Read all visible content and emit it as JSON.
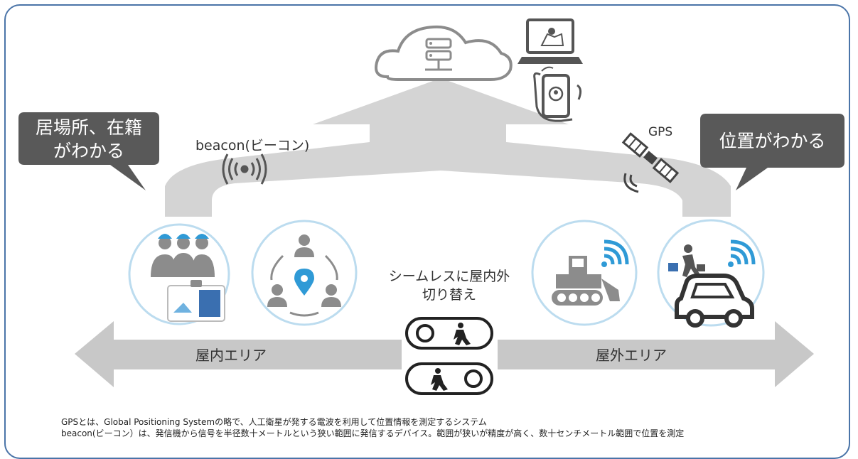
{
  "bubbles": {
    "left_line1": "居場所、在籍",
    "left_line2": "がわかる",
    "right": "位置がわかる"
  },
  "labels": {
    "beacon": "beacon(ビーコン)",
    "gps": "GPS",
    "switch_line1": "シームレスに屋内外",
    "switch_line2": "切り替え",
    "indoor": "屋内エリア",
    "outdoor": "屋外エリア"
  },
  "notes": {
    "gps": "GPSとは、Global Positioning Systemの略で、人工衛星が発する電波を利用して位置情報を測定するシステム",
    "beacon": "beacon(ビーコン）は、発信機から信号を半径数十メートルという狭い範囲に発信するデバイス。範囲が狭いが精度が高く、数十センチメートル範囲で位置を測定"
  },
  "colors": {
    "frame": "#4a74a8",
    "arrow_gray": "#c8c8c8",
    "flow_gray": "#d4d4d4",
    "bubble": "#595959",
    "circle_border": "#bcdcef",
    "icon_gray": "#8c8c8c",
    "accent_blue": "#2f9ad6"
  },
  "icons": [
    "cloud-server-icon",
    "laptop-map-icon",
    "smartphone-location-icon",
    "beacon-signal-icon",
    "satellite-icon",
    "workers-icon",
    "id-card-icon",
    "people-location-icon",
    "bulldozer-icon",
    "businessman-car-icon",
    "toggle-icon"
  ]
}
